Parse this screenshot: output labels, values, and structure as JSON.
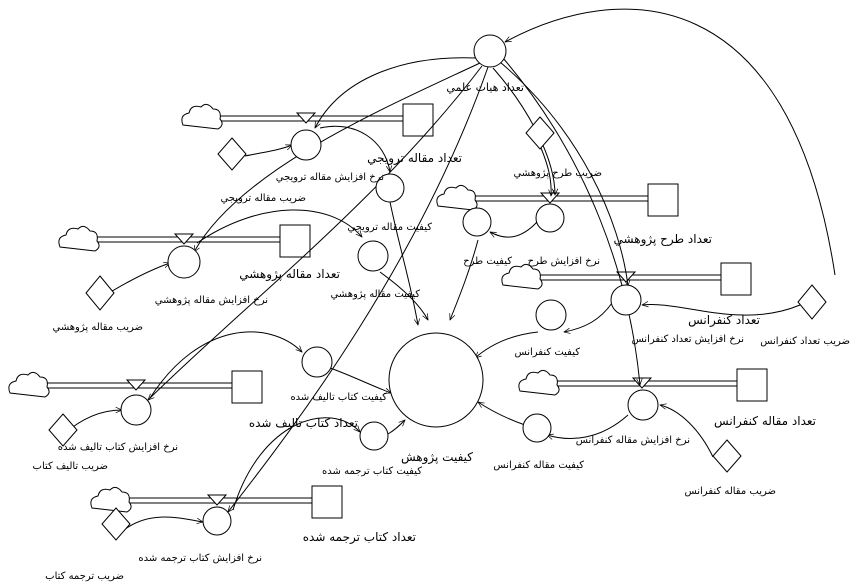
{
  "labels": {
    "n_hayat": "تعداد هيات علمي",
    "stock_tarviji": "تعداد مقاله ترويجي",
    "rate_tarviji": "نرخ افزايش  مقاله ترويجي",
    "coef_tarviji": "ضريب مقاله ترويجي",
    "qual_tarviji": "كيفيت مقاله ترويجي",
    "stock_pajooheshi": "تعداد مقاله پژوهشي",
    "rate_pajooheshi": "نرخ افزايش مقاله پژوهشي",
    "coef_pajooheshi": "ضريب مقاله پژوهشي",
    "qual_pajooheshi": "كيفيت مقاله پژوهشي",
    "coef_tarh": "ضريب طرح پژوهشي",
    "rate_tarh": "نرخ افزايش  طرح",
    "qual_tarh": "كيفيت طرح",
    "stock_tarh": "تعداد طرح پژوهشي",
    "stock_conf": "تعداد كنفرانس",
    "rate_conf": "نرخ افزايش  تعداد كنفرانس",
    "coef_conf": "ضريب تعداد كنفرانس",
    "qual_conf": "كيفيت كنفرانس",
    "stock_taalif": "تعداد كتاب تاليف شده",
    "rate_taalif": "نرخ افزايش  كتاب تاليف شده",
    "coef_taalif": "ضريب تاليف كتاب",
    "qual_taalif": "كيفيت كتاب تاليف شده",
    "stock_conf_paper": "تعداد مقاله كنفرانس",
    "rate_conf_paper": "نرخ افزايش مقاله كنفرانس",
    "coef_conf_paper": "ضريب مقاله كنفرانس",
    "qual_conf_paper": "كيفيت مقاله كنفرانس",
    "stock_tarjome": "تعداد كتاب ترجمه شده",
    "rate_tarjome": "نرخ افزايش كتاب ترجمه شده",
    "coef_tarjome": "ضريب ترجمه كتاب",
    "qual_tarjome": "كيفيت كتاب ترجمه شده",
    "quality_research": "كيفيت پژوهش"
  }
}
